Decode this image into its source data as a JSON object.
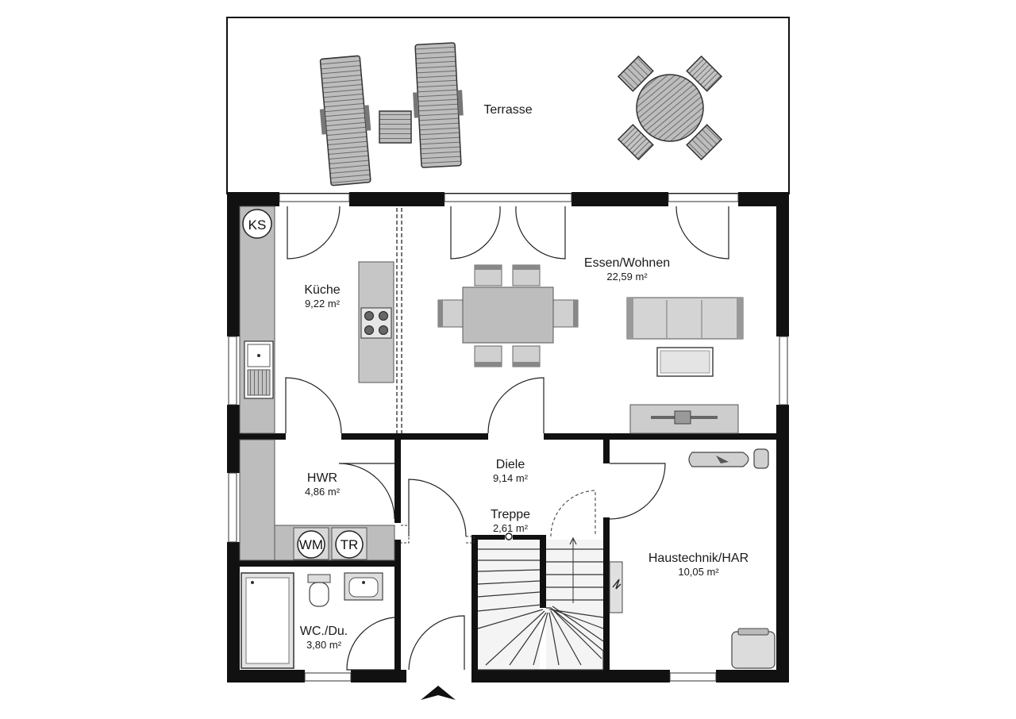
{
  "rooms": {
    "terrasse": {
      "name": "Terrasse"
    },
    "essen": {
      "name": "Essen/Wohnen",
      "area": "22,59 m²"
    },
    "kueche": {
      "name": "Küche",
      "area": "9,22 m²"
    },
    "hwr": {
      "name": "HWR",
      "area": "4,86 m²"
    },
    "diele": {
      "name": "Diele",
      "area": "9,14 m²"
    },
    "treppe": {
      "name": "Treppe",
      "area": "2,61 m²"
    },
    "haustechnik": {
      "name": "Haustechnik/HAR",
      "area": "10,05 m²"
    },
    "wc": {
      "name": "WC./Du.",
      "area": "3,80 m²"
    }
  },
  "appliances": {
    "ks": "KS",
    "wm": "WM",
    "tr": "TR"
  },
  "colors": {
    "wall": "#111111",
    "furniture": "#cfcfcf",
    "furniture_dark": "#8a8a8a",
    "counter": "#bdbdbd"
  },
  "icons": [
    "deck-chair-icon",
    "side-table-icon",
    "round-table-with-chairs-icon",
    "dining-table-icon",
    "sofa-icon",
    "sink-icon",
    "cooktop-icon",
    "toilet-icon",
    "bathtub-icon",
    "entrance-arrow-icon"
  ]
}
